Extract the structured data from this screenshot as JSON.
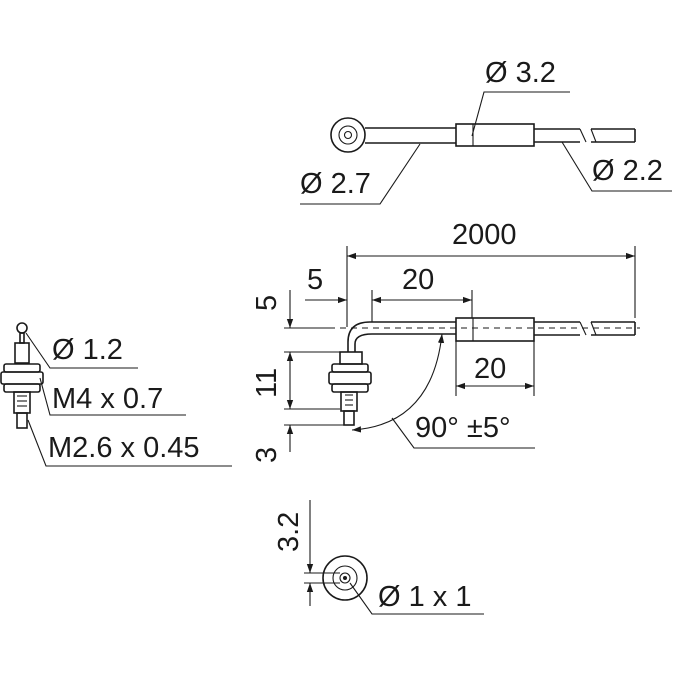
{
  "drawing": {
    "labels": {
      "dia_3_2": "Ø 3.2",
      "dia_2_7": "Ø 2.7",
      "dia_2_2": "Ø 2.2",
      "len_2000": "2000",
      "len_5": "5",
      "len_20_top": "20",
      "len_20_bottom": "20",
      "vert_5": "5",
      "vert_11": "11",
      "vert_3": "3",
      "angle": "90° ±5°",
      "dia_1_2": "Ø 1.2",
      "thread_m4": "M4 x 0.7",
      "thread_m2_6": "M2.6 x 0.45",
      "vert_3_2": "3.2",
      "dia_1x1": "Ø 1 x 1"
    }
  }
}
